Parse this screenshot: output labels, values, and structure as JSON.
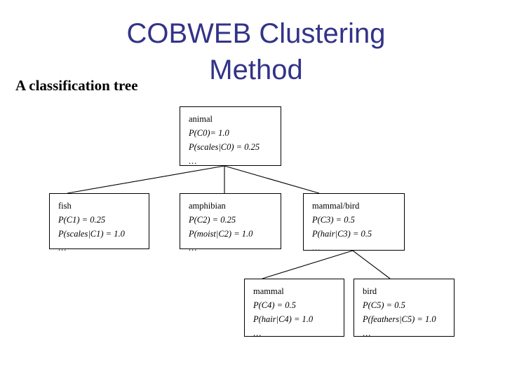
{
  "slide": {
    "title": "COBWEB Clustering\nMethod",
    "title_color": "#333388",
    "subtitle": "A classification tree",
    "background": "#ffffff"
  },
  "tree": {
    "nodes": [
      {
        "id": "animal",
        "name": "animal",
        "prior": "P(C0)= 1.0",
        "conditional": "P(scales|C0) = 0.25",
        "ellipsis": "..."
      },
      {
        "id": "fish",
        "name": "fish",
        "prior": "P(C1) = 0.25",
        "conditional": "P(scales|C1) = 1.0",
        "ellipsis": "..."
      },
      {
        "id": "amphibian",
        "name": "amphibian",
        "prior": "P(C2) = 0.25",
        "conditional": "P(moist|C2) = 1.0",
        "ellipsis": "..."
      },
      {
        "id": "mammalbird",
        "name": "mammal/bird",
        "prior": "P(C3) = 0.5",
        "conditional": "P(hair|C3) = 0.5",
        "ellipsis": "..."
      },
      {
        "id": "mammal",
        "name": "mammal",
        "prior": "P(C4) = 0.5",
        "conditional": "P(hair|C4) = 1.0",
        "ellipsis": "..."
      },
      {
        "id": "bird",
        "name": "bird",
        "prior": "P(C5) = 0.5",
        "conditional": "P(feathers|C5) = 1.0",
        "ellipsis": "..."
      }
    ],
    "edges": [
      {
        "from": "animal",
        "to": "fish"
      },
      {
        "from": "animal",
        "to": "amphibian"
      },
      {
        "from": "animal",
        "to": "mammalbird"
      },
      {
        "from": "mammalbird",
        "to": "mammal"
      },
      {
        "from": "mammalbird",
        "to": "bird"
      }
    ],
    "line_color": "#000000"
  }
}
